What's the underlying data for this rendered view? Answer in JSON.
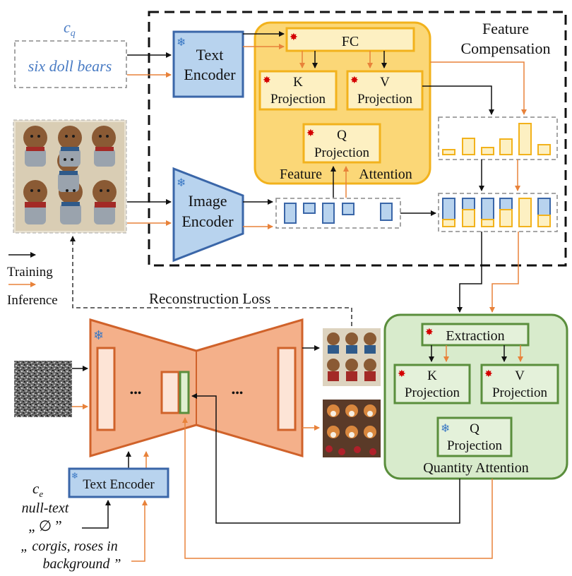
{
  "prompt": {
    "symbol_main": "c",
    "symbol_sub": "q",
    "text": "six doll bears"
  },
  "legend": {
    "training": "Training",
    "inference": "Inference"
  },
  "encoders": {
    "text_encoder_line1": "Text",
    "text_encoder_line2": "Encoder",
    "image_encoder_line1": "Image",
    "image_encoder_line2": "Encoder",
    "bottom_text_encoder": "Text Encoder"
  },
  "feature_compensation": {
    "title_line1": "Feature",
    "title_line2": "Compensation",
    "fc": "FC",
    "k_letter": "K",
    "v_letter": "V",
    "q_letter": "Q",
    "projection": "Projection",
    "attention_label_1": "Feature",
    "attention_label_2": "Attention"
  },
  "reconstruction_loss": "Reconstruction Loss",
  "quantity_attention": {
    "extraction": "Extraction",
    "k_letter": "K",
    "v_letter": "V",
    "q_letter": "Q",
    "projection": "Projection",
    "label": "Quantity Attention"
  },
  "unet_dots": "•••",
  "bottom_prompt": {
    "symbol_main": "c",
    "symbol_sub": "e",
    "null_text": "null-text",
    "null_symbol": "„  ∅  ”",
    "prompt_line1": "„ corgis, roses in",
    "prompt_line2": "background ”"
  },
  "colors": {
    "training_arrow": "#111111",
    "inference_arrow": "#e8823a",
    "encoder_fill": "#b8d3ee",
    "encoder_stroke": "#3a66a8",
    "attention_fill": "#fbd777",
    "attention_stroke": "#f2b21c",
    "quantity_fill": "#d8ebcc",
    "quantity_stroke": "#5a8e3c",
    "unet_fill": "#f4b08a",
    "unet_stroke": "#d0622a"
  }
}
